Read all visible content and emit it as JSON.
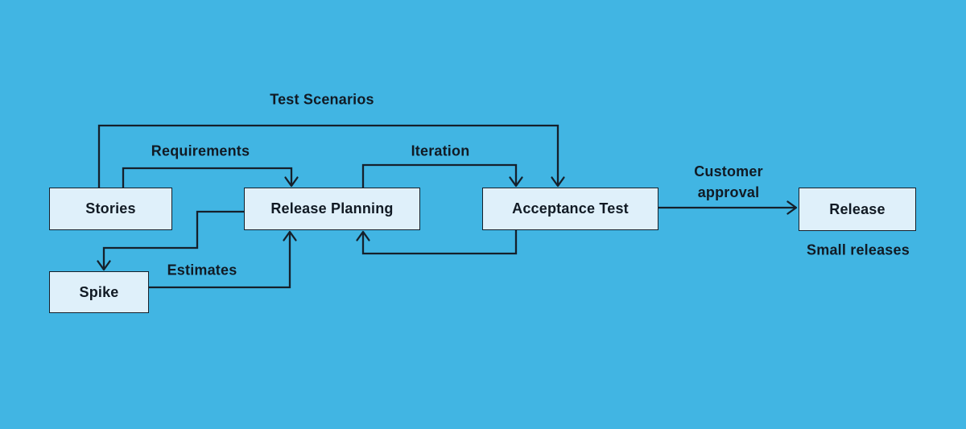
{
  "diagram": {
    "nodes": [
      {
        "id": "stories",
        "label": "Stories"
      },
      {
        "id": "spike",
        "label": "Spike"
      },
      {
        "id": "release_planning",
        "label": "Release Planning"
      },
      {
        "id": "acceptance_test",
        "label": "Acceptance Test"
      },
      {
        "id": "release",
        "label": "Release"
      }
    ],
    "edge_labels": [
      {
        "id": "test_scenarios",
        "text": "Test Scenarios"
      },
      {
        "id": "requirements",
        "text": "Requirements"
      },
      {
        "id": "iteration",
        "text": "Iteration"
      },
      {
        "id": "estimates",
        "text": "Estimates"
      },
      {
        "id": "customer_approval",
        "text": "Customer approval"
      },
      {
        "id": "small_releases",
        "text": "Small releases"
      }
    ],
    "edges": [
      {
        "from": "stories",
        "to": "acceptance_test",
        "label": "Test Scenarios"
      },
      {
        "from": "stories",
        "to": "release_planning",
        "label": "Requirements"
      },
      {
        "from": "release_planning",
        "to": "spike",
        "label": ""
      },
      {
        "from": "spike",
        "to": "release_planning",
        "label": "Estimates"
      },
      {
        "from": "release_planning",
        "to": "acceptance_test",
        "label": "Iteration"
      },
      {
        "from": "acceptance_test",
        "to": "release_planning",
        "label": ""
      },
      {
        "from": "acceptance_test",
        "to": "release",
        "label": "Customer approval"
      }
    ],
    "colors": {
      "background": "#41B5E3",
      "node_fill": "#DFF0FA",
      "node_border": "#15202B",
      "line": "#15202B",
      "text": "#111A24"
    }
  }
}
